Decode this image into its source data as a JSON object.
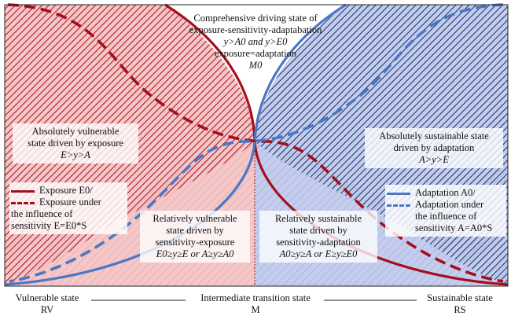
{
  "colors": {
    "red": "#a50f1c",
    "blue": "#4a77c4",
    "red_fill": "#f4c7c8",
    "blue_fill": "#c5cdee",
    "red_hatch": "#b01a28",
    "blue_hatch": "#1f3a6e"
  },
  "top_box": {
    "line1": "Comprehensive driving state of",
    "line2": "exposure-sensitivity-adaptabation",
    "line3": "y>A0 and y>E0",
    "line4": "exposure=adaptation",
    "line5": "M0"
  },
  "left_box": {
    "line1": "Absolutely vulnerable",
    "line2": "state driven by exposure",
    "line3": "E>y>A"
  },
  "right_box": {
    "line1": "Absolutely sustainable state",
    "line2": "driven by adaptation",
    "line3": "A>y>E"
  },
  "center_left_box": {
    "line1": "Relatively vulnerable",
    "line2": "state driven by",
    "line3": "sensitivity-exposure",
    "line4": "E0≥y≥E or A≥y≥A0"
  },
  "center_right_box": {
    "line1": "Relatively sustainable",
    "line2": "state driven by",
    "line3": "sensitivity-adaptation",
    "line4": "A0≥y≥A or E≥y≥E0"
  },
  "legend_left": {
    "solid": "Exposure E0/",
    "dashed_1": "Exposure under",
    "dashed_2": "the influence of",
    "dashed_3": "sensitivity E=E0*S"
  },
  "legend_right": {
    "solid": "Adaptation A0/",
    "dashed_1": "Adaptation under",
    "dashed_2": "the influence of",
    "dashed_3": "sensitivity A=A0*S"
  },
  "bottom": {
    "left_1": "Vulnerable state",
    "left_2": "RV",
    "center_1": "Intermediate transition state",
    "center_2": "M",
    "right_1": "Sustainable state",
    "right_2": "RS"
  }
}
